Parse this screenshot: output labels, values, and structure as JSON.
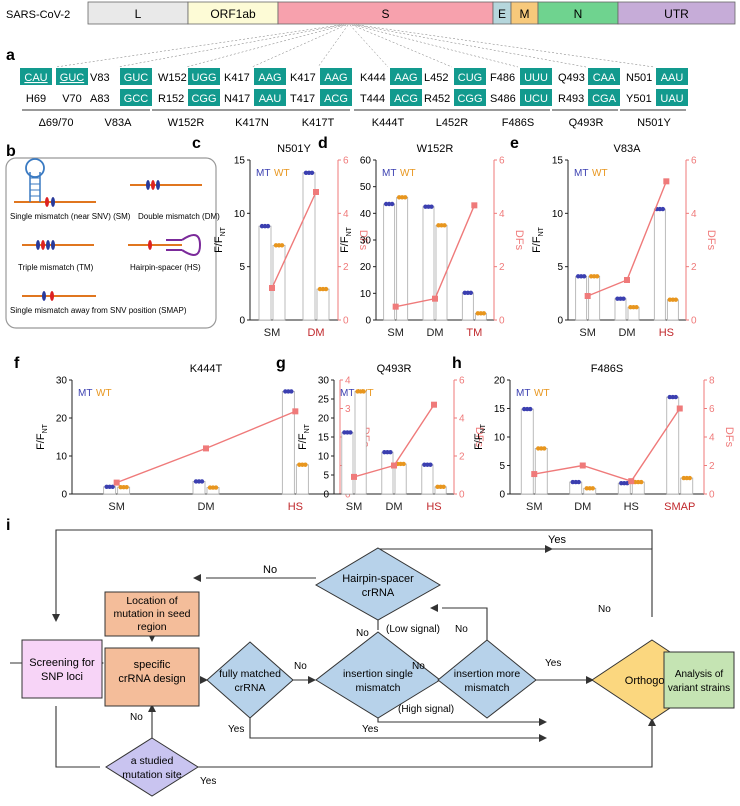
{
  "genome": {
    "label": "SARS-CoV-2",
    "segments": [
      {
        "name": "L",
        "color": "#e9e9e9"
      },
      {
        "name": "ORF1ab",
        "color": "#fdfbd6"
      },
      {
        "name": "S",
        "color": "#f7a1ad"
      },
      {
        "name": "E",
        "color": "#b5d6dc"
      },
      {
        "name": "M",
        "color": "#f7c97b"
      },
      {
        "name": "N",
        "color": "#6fd38f"
      },
      {
        "name": "UTR",
        "color": "#c6acd8"
      }
    ]
  },
  "panel_letters": {
    "a": "a",
    "b": "b",
    "c": "c",
    "d": "d",
    "e": "e",
    "f": "f",
    "g": "g",
    "h": "h",
    "i": "i"
  },
  "mutations": [
    {
      "top_label": "",
      "top_codon": "CAU",
      "bot_label": "H69",
      "bot_codon": "",
      "name": "Δ69/70"
    },
    {
      "top_label": "V83",
      "top_codon": "GUC",
      "bot_label": "A83",
      "bot_codon": "GCC",
      "name": "V83A"
    },
    {
      "top_label": "W152",
      "top_codon": "UGG",
      "bot_label": "R152",
      "bot_codon": "CGG",
      "name": "W152R"
    },
    {
      "top_label": "K417",
      "top_codon": "AAG",
      "bot_label": "N417",
      "bot_codon": "AAU",
      "name": "K417N"
    },
    {
      "top_label": "K417",
      "top_codon": "AAG",
      "bot_label": "T417",
      "bot_codon": "ACG",
      "name": "K417T"
    },
    {
      "top_label": "K444",
      "top_codon": "AAG",
      "bot_label": "T444",
      "bot_codon": "ACG",
      "name": "K444T"
    },
    {
      "top_label": "L452",
      "top_codon": "CUG",
      "bot_label": "R452",
      "bot_codon": "CGG",
      "name": "L452R"
    },
    {
      "top_label": "F486",
      "top_codon": "UUU",
      "bot_label": "S486",
      "bot_codon": "UCU",
      "name": "F486S"
    },
    {
      "top_label": "Q493",
      "top_codon": "CAA",
      "bot_label": "R493",
      "bot_codon": "CGA",
      "name": "Q493R"
    },
    {
      "top_label": "N501",
      "top_codon": "AAU",
      "bot_label": "Y501",
      "bot_codon": "UAU",
      "name": "N501Y"
    }
  ],
  "deletion_extra": {
    "top_codon2": "GUC",
    "bot_label2": "V70"
  },
  "designs": [
    {
      "label": "Single mismatch (near SNV) (SM)"
    },
    {
      "label": "Double mismatch (DM)"
    },
    {
      "label": "Triple mismatch (TM)"
    },
    {
      "label": "Hairpin-spacer (HS)"
    },
    {
      "label": "Single mismatch away from SNV position (SMAP)"
    }
  ],
  "chart_data": [
    {
      "panel": "c",
      "type": "bar",
      "title": "N501Y",
      "ylabel": "F/F_NT",
      "y2label": "DFs",
      "categories": [
        "SM",
        "DM"
      ],
      "highlight": "DM",
      "ylim": [
        0,
        15
      ],
      "y2lim": [
        0,
        6
      ],
      "yticks": [
        0,
        5,
        10,
        15
      ],
      "y2ticks": [
        0,
        2,
        4,
        6
      ],
      "series": [
        {
          "name": "MT",
          "values": [
            8.8,
            13.8
          ]
        },
        {
          "name": "WT",
          "values": [
            7.0,
            2.9
          ]
        }
      ],
      "dfs": [
        1.2,
        4.8
      ]
    },
    {
      "panel": "d",
      "type": "bar",
      "title": "W152R",
      "ylabel": "F/F_NT",
      "y2label": "DFs",
      "categories": [
        "SM",
        "DM",
        "TM"
      ],
      "highlight": "TM",
      "ylim": [
        0,
        60
      ],
      "y2lim": [
        0,
        6
      ],
      "yticks": [
        0,
        10,
        20,
        30,
        40,
        50,
        60
      ],
      "y2ticks": [
        0,
        2,
        4,
        6
      ],
      "series": [
        {
          "name": "MT",
          "values": [
            43.5,
            42.5,
            10.2
          ]
        },
        {
          "name": "WT",
          "values": [
            46.0,
            35.5,
            2.5
          ]
        }
      ],
      "dfs": [
        0.5,
        0.8,
        4.3
      ]
    },
    {
      "panel": "e",
      "type": "bar",
      "title": "V83A",
      "ylabel": "F/F_NT",
      "y2label": "DFs",
      "categories": [
        "SM",
        "DM",
        "HS"
      ],
      "highlight": "HS",
      "ylim": [
        0,
        15
      ],
      "y2lim": [
        0,
        6
      ],
      "yticks": [
        0,
        5,
        10,
        15
      ],
      "y2ticks": [
        0,
        2,
        4,
        6
      ],
      "series": [
        {
          "name": "MT",
          "values": [
            4.1,
            2.0,
            10.4
          ]
        },
        {
          "name": "WT",
          "values": [
            4.1,
            1.2,
            1.9
          ]
        }
      ],
      "dfs": [
        0.9,
        1.5,
        5.2
      ]
    },
    {
      "panel": "f",
      "type": "bar",
      "title": "K444T",
      "ylabel": "F/F_NT",
      "y2label": "DFs",
      "categories": [
        "SM",
        "DM",
        "HS"
      ],
      "highlight": "HS",
      "ylim": [
        0,
        30
      ],
      "y2lim": [
        0,
        4
      ],
      "yticks": [
        0,
        10,
        20,
        30
      ],
      "y2ticks": [
        0,
        1,
        2,
        3,
        4
      ],
      "series": [
        {
          "name": "MT",
          "values": [
            1.9,
            3.3,
            27.0
          ]
        },
        {
          "name": "WT",
          "values": [
            1.8,
            1.7,
            7.7
          ]
        }
      ],
      "dfs": [
        0.4,
        1.6,
        2.9
      ]
    },
    {
      "panel": "g",
      "type": "bar",
      "title": "Q493R",
      "ylabel": "F/F_NT",
      "y2label": "DFs",
      "categories": [
        "SM",
        "DM",
        "HS"
      ],
      "highlight": "HS",
      "ylim": [
        0,
        30
      ],
      "y2lim": [
        0,
        6
      ],
      "yticks": [
        0,
        5,
        10,
        15,
        20,
        25,
        30
      ],
      "y2ticks": [
        0,
        2,
        4,
        6
      ],
      "series": [
        {
          "name": "MT",
          "values": [
            16.2,
            11.0,
            7.7
          ]
        },
        {
          "name": "WT",
          "values": [
            27.0,
            7.9,
            1.9
          ]
        }
      ],
      "dfs": [
        0.9,
        1.5,
        4.7
      ]
    },
    {
      "panel": "h",
      "type": "bar",
      "title": "F486S",
      "ylabel": "F/F_NT",
      "y2label": "DFs",
      "categories": [
        "SM",
        "DM",
        "HS",
        "SMAP"
      ],
      "highlight": "SMAP",
      "ylim": [
        0,
        20
      ],
      "y2lim": [
        0,
        8
      ],
      "yticks": [
        0,
        5,
        10,
        15,
        20
      ],
      "y2ticks": [
        0,
        2,
        4,
        6,
        8
      ],
      "series": [
        {
          "name": "MT",
          "values": [
            14.9,
            2.1,
            1.9,
            17.0
          ]
        },
        {
          "name": "WT",
          "values": [
            8.0,
            1.0,
            2.1,
            2.8
          ]
        }
      ],
      "dfs": [
        1.4,
        2.0,
        0.9,
        6.0
      ]
    }
  ],
  "flowchart": {
    "nodes": {
      "screening": "Screening for SNP loci",
      "location": "Location of mutation in seed region",
      "specific": "specific crRNA design",
      "hairpin": "Hairpin-spacer crRNA",
      "fully": "fully matched crRNA",
      "single": "insertion single mismatch",
      "more": "insertion more mismatch",
      "orthogonal": "Orthogonal",
      "analysis": "Analysis of variant strains",
      "studied": "a studied mutation site"
    },
    "labels": {
      "yes": "Yes",
      "no": "No",
      "low": "(Low signal)",
      "high": "(High signal)"
    }
  }
}
